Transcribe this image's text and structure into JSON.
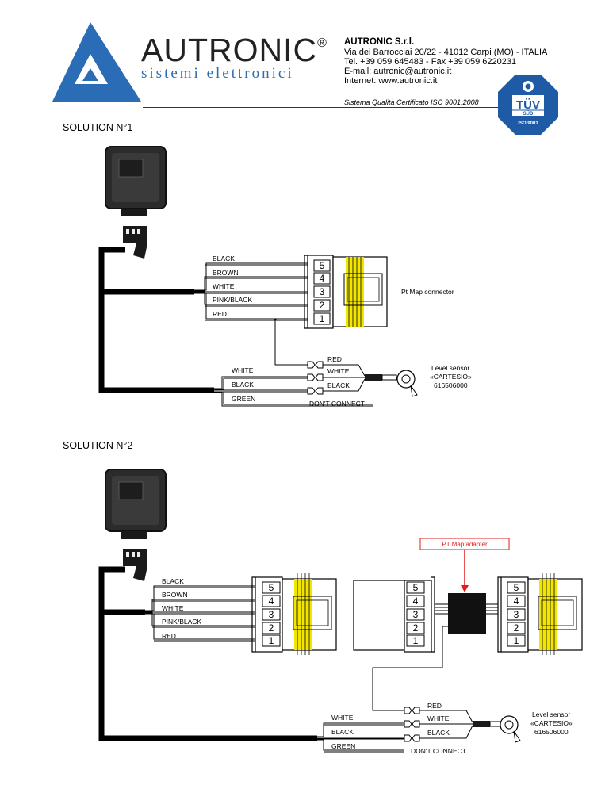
{
  "header": {
    "brand": "AUTRONIC",
    "registered": "®",
    "tagline": "sistemi elettronici",
    "company": "AUTRONIC S.r.l.",
    "address": "Via dei Barrocciai 20/22 - 41012 Carpi (MO) - ITALIA",
    "phone": "Tel. +39 059 645483 - Fax +39 059 6220231",
    "email": "E-mail: autronic@autronic.it",
    "internet": "Internet: www.autronic.it",
    "quality": "Sistema Qualità Certificato ISO 9001:2008",
    "tuv_line1": "TÜV",
    "tuv_line2": "SÜD",
    "tuv_line3": "ISO 9001"
  },
  "solution1": {
    "title": "SOLUTION N°1",
    "wires": [
      "BLACK",
      "BROWN",
      "WHITE",
      "PINK/BLACK",
      "RED"
    ],
    "pins": [
      "5",
      "4",
      "3",
      "2",
      "1"
    ],
    "connector_label": "Pt Map connector",
    "lower_wires": [
      "WHITE",
      "BLACK",
      "GREEN"
    ],
    "sensor_wires": [
      "RED",
      "WHITE",
      "BLACK"
    ],
    "dont_connect": "DON'T CONNECT",
    "sensor_line1": "Level sensor",
    "sensor_line2": "«CARTESIO»",
    "sensor_line3": "616506000"
  },
  "solution2": {
    "title": "SOLUTION N°2",
    "wires": [
      "BLACK",
      "BROWN",
      "WHITE",
      "PINK/BLACK",
      "RED"
    ],
    "pins": [
      "5",
      "4",
      "3",
      "2",
      "1"
    ],
    "adapter_label": "PT Map adapter",
    "lower_wires": [
      "WHITE",
      "BLACK",
      "GREEN"
    ],
    "sensor_wires": [
      "RED",
      "WHITE",
      "BLACK"
    ],
    "dont_connect": "DON'T CONNECT",
    "sensor_line1": "Level sensor",
    "sensor_line2": "«CARTESIO»",
    "sensor_line3": "616506000"
  },
  "colors": {
    "brand_blue": "#2a6cb5",
    "tuv_blue": "#1f5aa6",
    "adapter_red": "#e31b1b",
    "wire_yellow": "#f2e600"
  }
}
